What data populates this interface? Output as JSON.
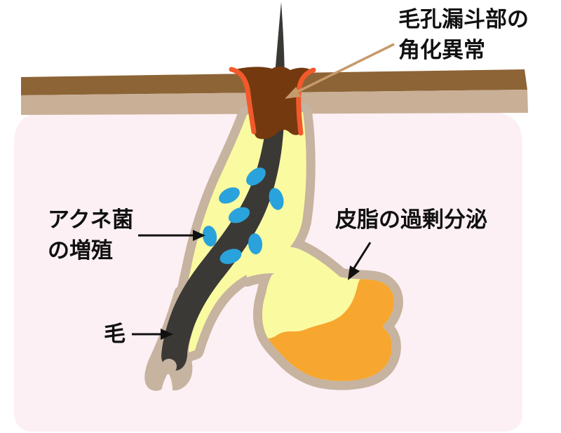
{
  "figure": {
    "labels": {
      "keratinization": {
        "line1": "毛孔漏斗部の",
        "line2": "角化異常"
      },
      "acne_bacteria": {
        "line1": "アクネ菌",
        "line2": "の増殖"
      },
      "sebum": {
        "text": "皮脂の過剰分泌"
      },
      "hair": {
        "text": "毛"
      }
    },
    "colors": {
      "background": "#ffffff",
      "dermis_pink": "#fcf0f4",
      "epidermis_dark": "#8d6436",
      "epidermis_light": "#c8af96",
      "follicle_wall": "#c6b3a0",
      "follicle_interior": "#fafaa0",
      "sebum_orange": "#f7a62f",
      "bacteria_blue": "#2aa2db",
      "hair_dark": "#3a3936",
      "comedo_brown": "#74390f",
      "comedo_rim": "#f2592b",
      "pointer_tan": "#c69a6a",
      "text": "#111111"
    }
  }
}
